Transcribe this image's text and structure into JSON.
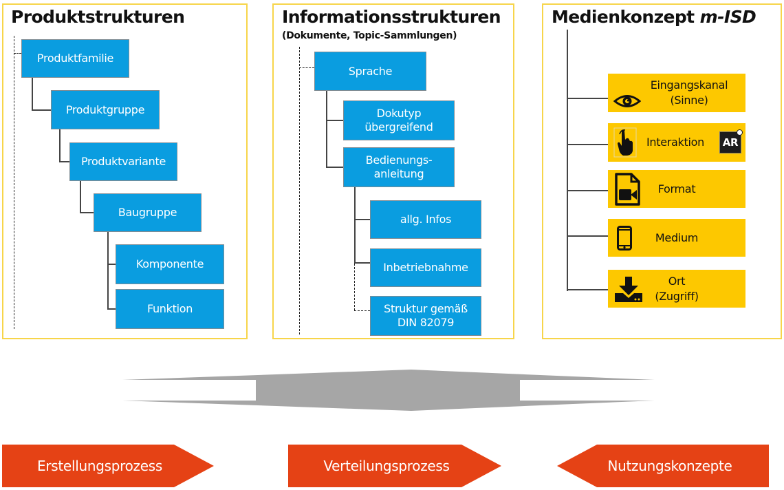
{
  "panels": {
    "product": {
      "title": "Produktstrukturen",
      "nodes": [
        "Produktfamilie",
        "Produktgruppe",
        "Produktvariante",
        "Baugruppe",
        "Komponente",
        "Funktion"
      ]
    },
    "information": {
      "title": "Informationsstrukturen",
      "subtitle": "(Dokumente, Topic-Sammlungen)",
      "nodes": [
        "Sprache",
        "Dokutyp übergreifend",
        "Bedienungs- anleitung",
        "allg. Infos",
        "Inbetriebnahme",
        "Struktur gemäß DIN 82079"
      ],
      "node_lines": {
        "dokutyp": [
          "Dokutyp",
          "übergreifend"
        ],
        "bedienung": [
          "Bedienungs-",
          "anleitung"
        ],
        "struktur": [
          "Struktur gemäß",
          "DIN 82079"
        ]
      }
    },
    "media": {
      "title_main": "Medienkonzept ",
      "title_italic": "m-ISD",
      "items": [
        {
          "lines": [
            "Eingangskanal",
            "(Sinne)"
          ],
          "icon": "eye-icon"
        },
        {
          "label": "Interaktion",
          "icon": "touch-hand-icon",
          "badge": "AR",
          "badge_icon": "ar-icon"
        },
        {
          "label": "Format",
          "icon": "video-file-icon"
        },
        {
          "label": "Medium",
          "icon": "smartphone-icon"
        },
        {
          "lines": [
            "Ort",
            "(Zugriff)"
          ],
          "icon": "download-drive-icon"
        }
      ]
    }
  },
  "processes": [
    "Erstellungsprozess",
    "Verteilungsprozess",
    "Nutzungskonzepte"
  ],
  "colors": {
    "blue_box": "#0a9de0",
    "yellow_box": "#fdc800",
    "panel_border": "#f7d54a",
    "process_orange": "#e54215",
    "arrow_gray": "#a6a6a6"
  }
}
